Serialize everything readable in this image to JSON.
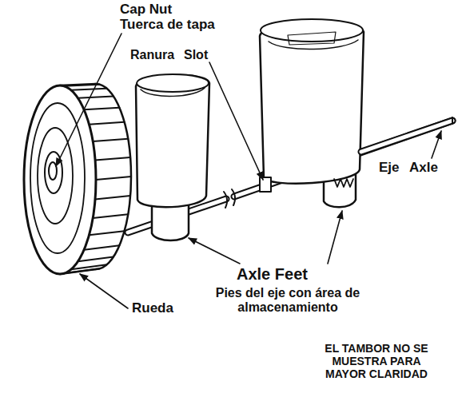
{
  "diagram": {
    "labels": [
      "Cap Nut",
      "Tuerca de tapa",
      "Ranura",
      "Slot",
      "Axle",
      "Eje",
      "Axle Feet",
      "Pies del eje con área de almacenamiento",
      "Rueda",
      "EL TAMBOR NO SE MUESTRA PARA MAYOR CLARIDAD"
    ]
  }
}
